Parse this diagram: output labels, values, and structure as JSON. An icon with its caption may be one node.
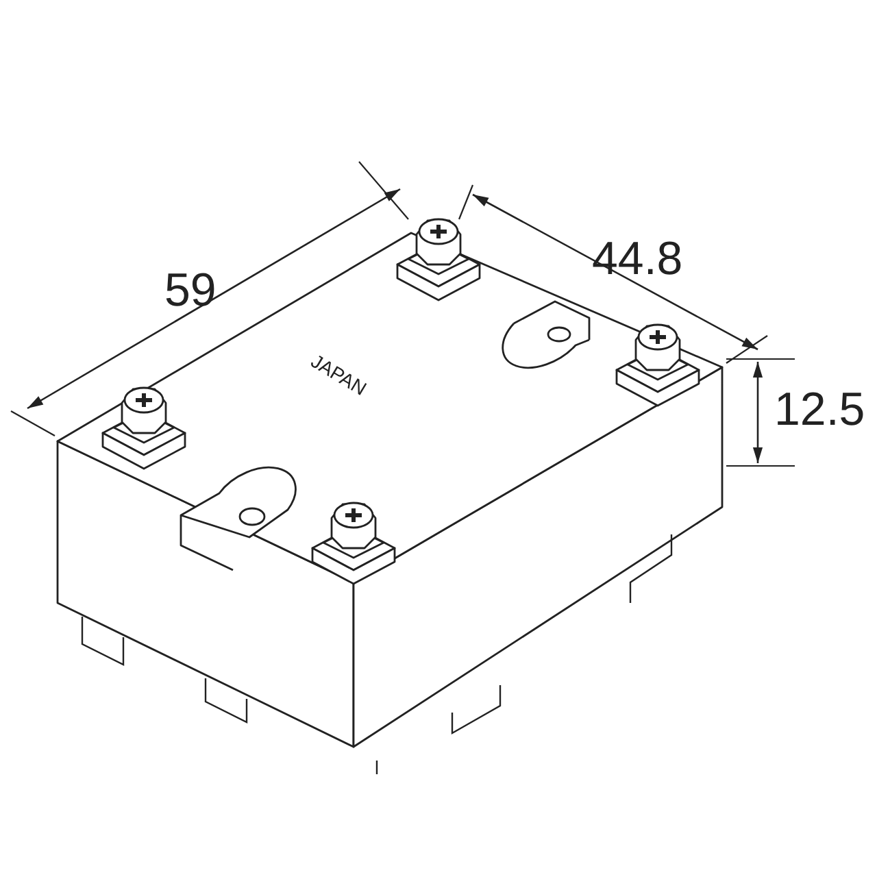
{
  "diagram": {
    "labels": [
      "59",
      "44.8",
      "12.5",
      "JAPAN"
    ]
  }
}
